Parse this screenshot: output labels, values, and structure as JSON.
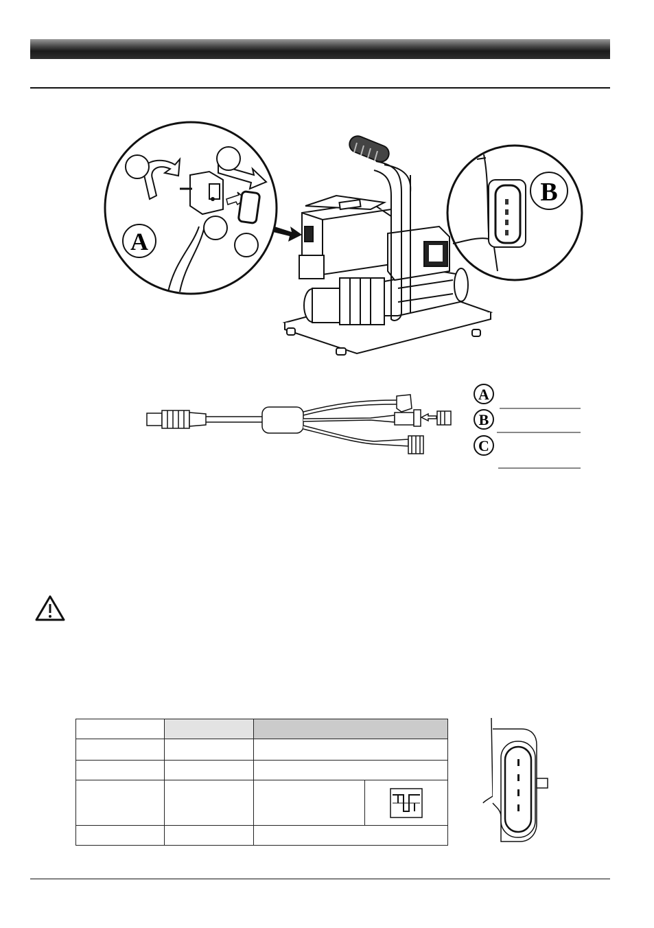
{
  "page": {
    "header_bar": "",
    "section_title": ""
  },
  "illustration": {
    "callout_a_label": "A",
    "callout_b_label": "B",
    "step_markers": [
      "",
      "",
      "",
      ""
    ]
  },
  "cable_diagram": {
    "legend": [
      {
        "letter": "A",
        "text": ""
      },
      {
        "letter": "B",
        "text": ""
      },
      {
        "letter": "C",
        "text": ""
      }
    ]
  },
  "warning": {
    "icon": "warning-triangle-icon",
    "text": ""
  },
  "spec_table": {
    "rows": [
      [
        "",
        "",
        ""
      ],
      [
        "",
        "",
        ""
      ],
      [
        "",
        "",
        ""
      ],
      [
        "",
        "",
        "",
        "square-wave-icon"
      ],
      [
        "",
        "",
        ""
      ]
    ]
  }
}
